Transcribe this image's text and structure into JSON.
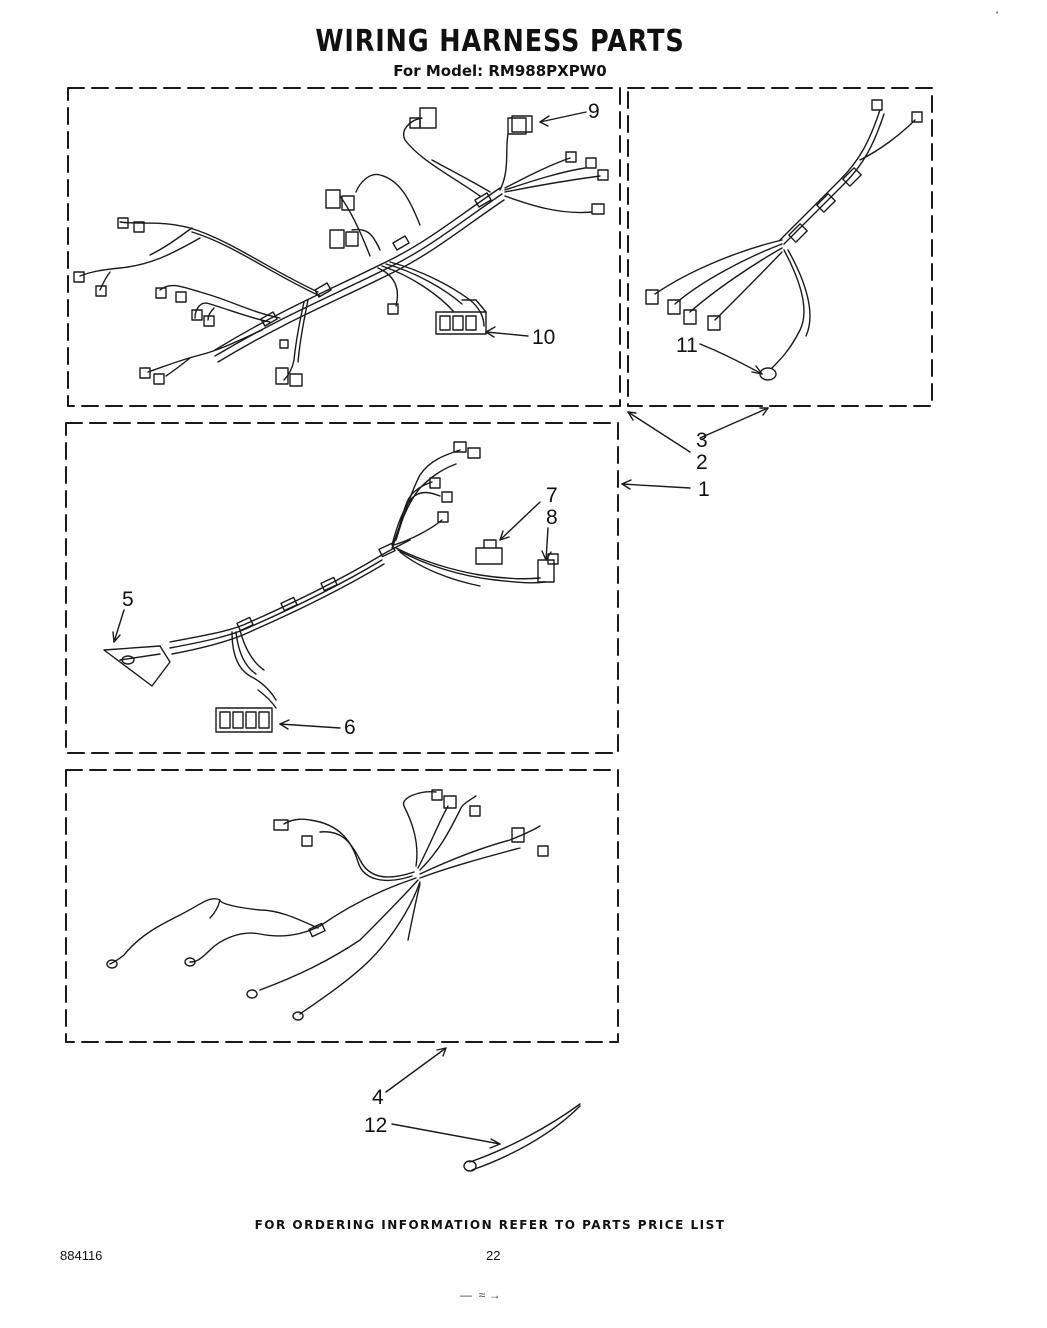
{
  "header": {
    "title": "WIRING HARNESS PARTS",
    "subtitle": "For Model: RM988PXPW0"
  },
  "callouts": {
    "c1": "1",
    "c2": "2",
    "c3": "3",
    "c4": "4",
    "c5": "5",
    "c6": "6",
    "c7": "7",
    "c8": "8",
    "c9": "9",
    "c10": "10",
    "c11": "11",
    "c12": "12"
  },
  "footer": {
    "note": "FOR ORDERING INFORMATION REFER TO PARTS PRICE LIST",
    "doc_number": "884116",
    "page_number": "22"
  }
}
